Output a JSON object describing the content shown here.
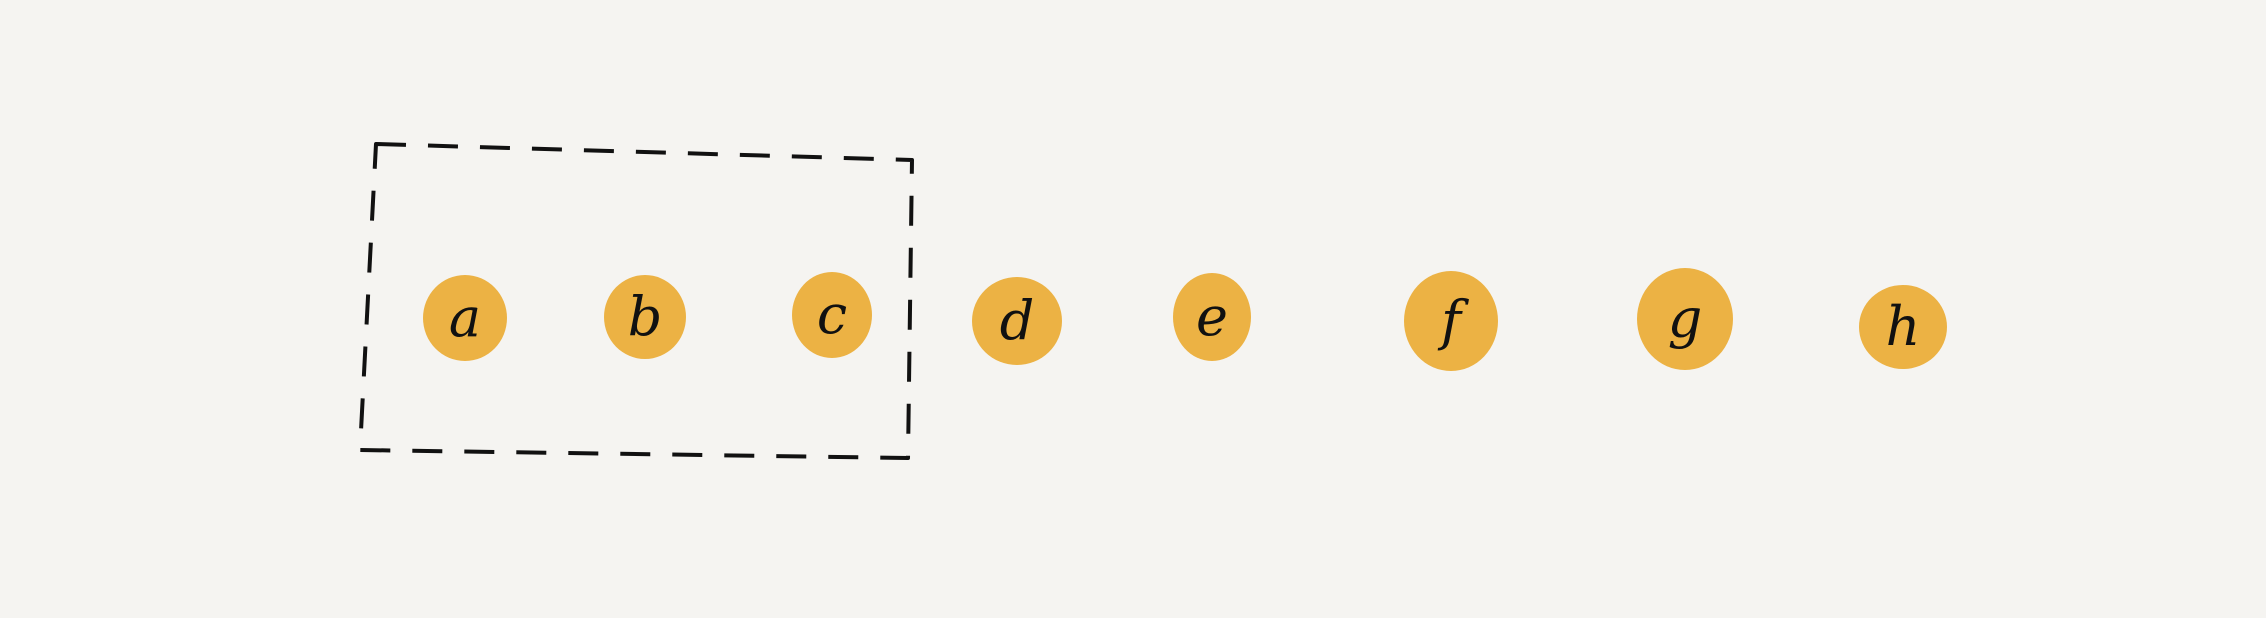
{
  "colors": {
    "background": "#f5f4f1",
    "node_fill": "#ecb244",
    "stroke": "#111111"
  },
  "nodes": [
    {
      "label": "a",
      "in_window": true
    },
    {
      "label": "b",
      "in_window": true
    },
    {
      "label": "c",
      "in_window": true
    },
    {
      "label": "d",
      "in_window": false
    },
    {
      "label": "e",
      "in_window": false
    },
    {
      "label": "f",
      "in_window": false
    },
    {
      "label": "g",
      "in_window": false
    },
    {
      "label": "h",
      "in_window": false
    }
  ],
  "window": {
    "style": "dashed",
    "covers": [
      "a",
      "b",
      "c"
    ]
  }
}
